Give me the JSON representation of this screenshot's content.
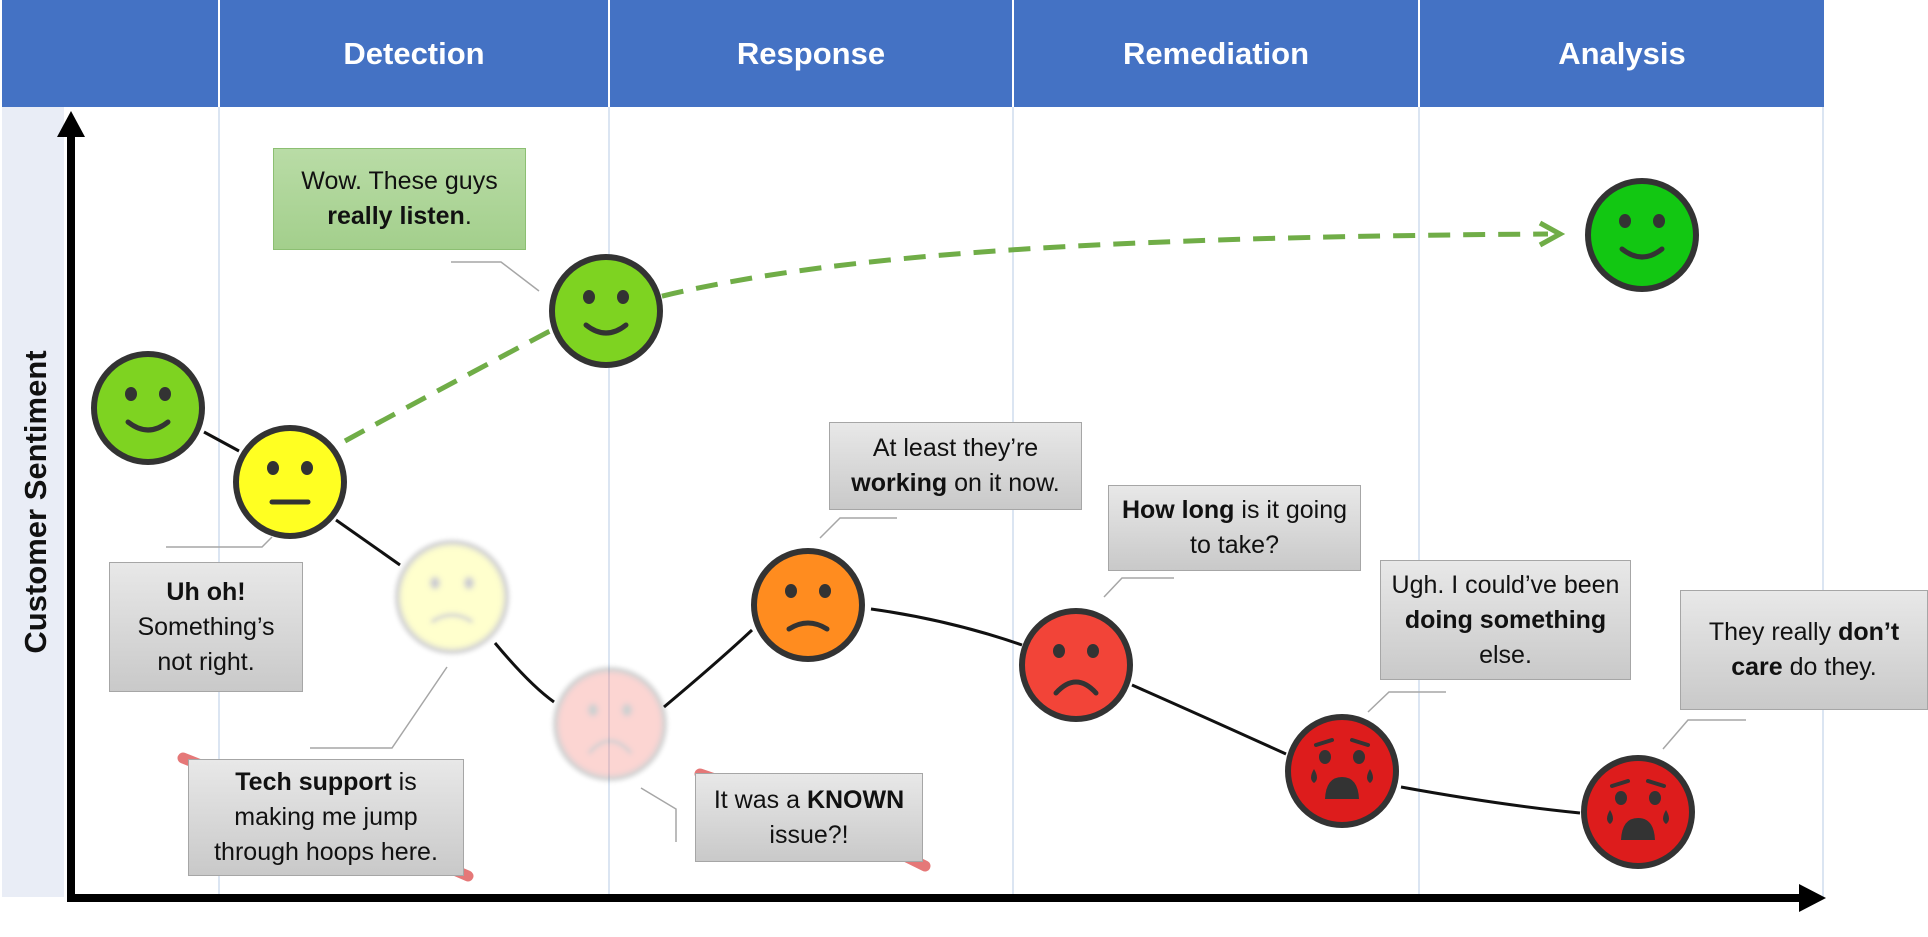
{
  "phases": [
    "Detection",
    "Response",
    "Remediation",
    "Analysis"
  ],
  "y_axis_label": "Customer Sentiment",
  "colors": {
    "header": "#4472c4",
    "happy_green": "#7ed321",
    "bright_green": "#12c712",
    "neutral_yellow": "#ffff22",
    "worried_orange": "#ff8c1f",
    "sad_red": "#f24438",
    "crying_red": "#dd1c1c",
    "dashed_path": "#70ad47",
    "strike": "#e06060"
  },
  "faces": [
    {
      "expression": "happy",
      "color": "happy_green"
    },
    {
      "expression": "neutral",
      "color": "neutral_yellow"
    },
    {
      "expression": "worried",
      "color": "neutral_yellow",
      "faded": true
    },
    {
      "expression": "sad",
      "color": "sad_red",
      "faded": true
    },
    {
      "expression": "happy",
      "color": "happy_green"
    },
    {
      "expression": "worried",
      "color": "worried_orange"
    },
    {
      "expression": "sad",
      "color": "sad_red"
    },
    {
      "expression": "crying",
      "color": "crying_red"
    },
    {
      "expression": "crying",
      "color": "crying_red"
    },
    {
      "expression": "happy",
      "color": "bright_green"
    }
  ],
  "callouts": {
    "wow": {
      "before": "Wow. These guys ",
      "bold": "really listen",
      "after": "."
    },
    "uh_oh": {
      "bold": "Uh oh!",
      "after": " Something’s not right."
    },
    "tech_support": {
      "bold": "Tech support",
      "after": " is making me jump through hoops here.",
      "struck_out": true
    },
    "known_issue": {
      "before": "It was a ",
      "bold": "KNOWN",
      "after": " issue?!",
      "struck_out": true
    },
    "working": {
      "before": "At least they’re ",
      "bold": "working",
      "after": " on it now."
    },
    "how_long": {
      "bold": "How long",
      "after": " is it going to take?"
    },
    "ugh": {
      "before": "Ugh. I could’ve been ",
      "bold": "doing something",
      "after": " else."
    },
    "dont_care": {
      "before": "They really ",
      "bold": "don’t care",
      "after": " do they."
    }
  }
}
